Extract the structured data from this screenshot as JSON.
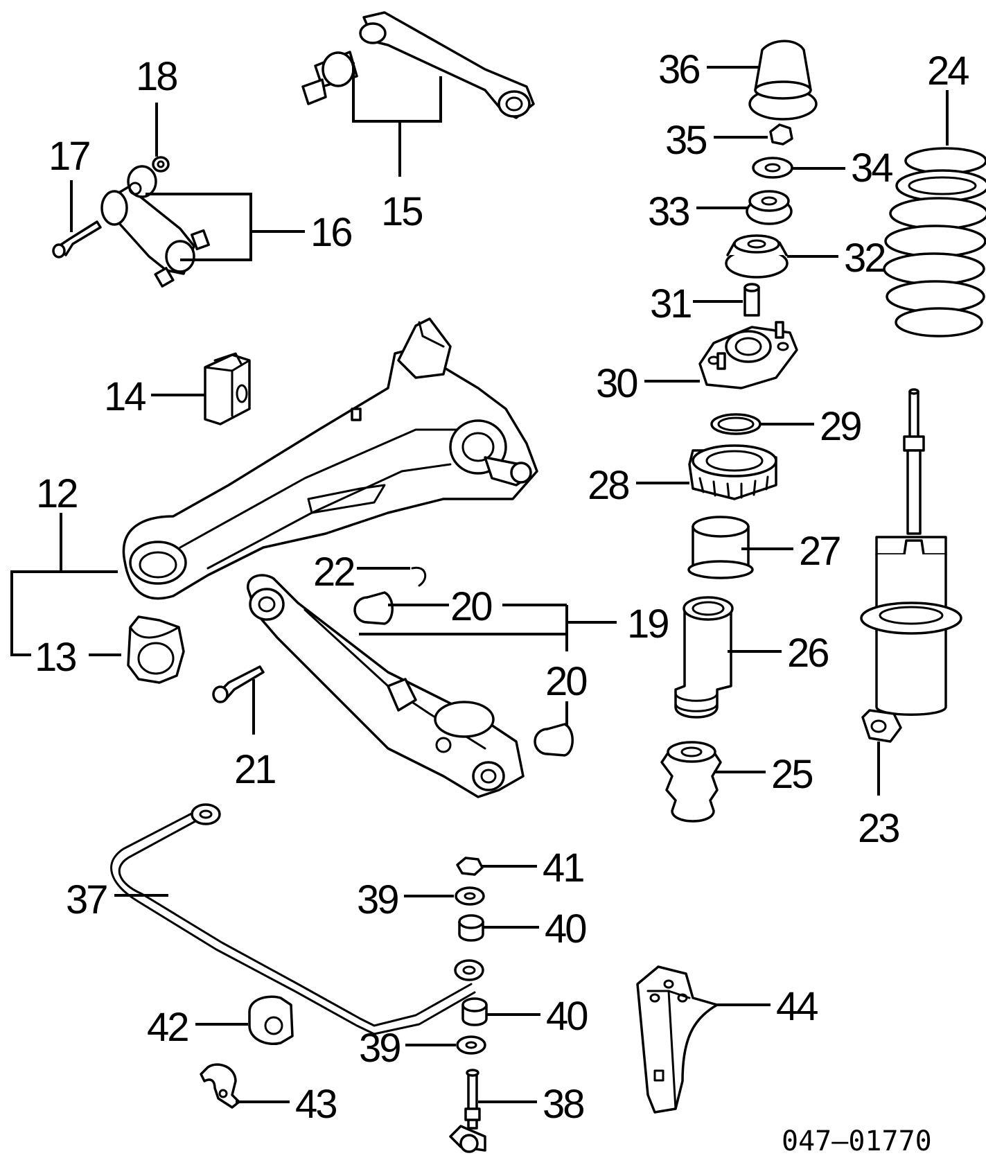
{
  "diagram": {
    "code": "047–01770",
    "callouts": {
      "c12": "12",
      "c13": "13",
      "c14": "14",
      "c15": "15",
      "c16": "16",
      "c17": "17",
      "c18": "18",
      "c19": "19",
      "c20a": "20",
      "c20b": "20",
      "c21": "21",
      "c22": "22",
      "c23": "23",
      "c24": "24",
      "c25": "25",
      "c26": "26",
      "c27": "27",
      "c28": "28",
      "c29": "29",
      "c30": "30",
      "c31": "31",
      "c32": "32",
      "c33": "33",
      "c34": "34",
      "c35": "35",
      "c36": "36",
      "c37": "37",
      "c38": "38",
      "c39a": "39",
      "c39b": "39",
      "c40a": "40",
      "c40b": "40",
      "c41": "41",
      "c42": "42",
      "c43": "43",
      "c44": "44"
    }
  }
}
